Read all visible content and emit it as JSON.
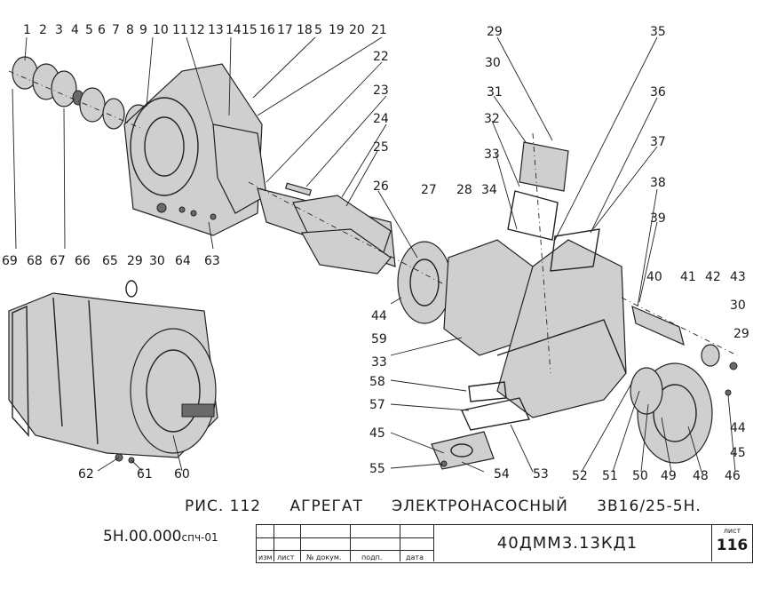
{
  "figure": {
    "caption_fig": "РИС. 112",
    "caption_word1": "АГРЕГАТ",
    "caption_word2": "ЭЛЕКТРОНАСОСНЫЙ",
    "caption_model": "3В16/25-5Н."
  },
  "document": {
    "code": "5Н.00.000",
    "code_suffix": "спч-01",
    "designation": "40ДММ3.13КД1",
    "sheet_label": "лист",
    "sheet_number": "116",
    "columns": [
      "изм",
      "лист",
      "№ докум.",
      "подп.",
      "дата"
    ]
  },
  "callouts_top": [
    "1",
    "2",
    "3",
    "4",
    "5",
    "6",
    "7",
    "8",
    "9",
    "10",
    "11",
    "12",
    "13",
    "14",
    "15",
    "16",
    "17",
    "18",
    "5",
    "19",
    "20",
    "21"
  ],
  "callouts_left_bottom": [
    "69",
    "68",
    "67",
    "66",
    "65",
    "29",
    "30",
    "64",
    "63"
  ],
  "callouts_center": [
    "22",
    "23",
    "24",
    "25",
    "26",
    "27",
    "28",
    "34",
    "29",
    "30",
    "31",
    "32",
    "33",
    "35",
    "36",
    "37",
    "38",
    "39"
  ],
  "callouts_right": [
    "40",
    "41",
    "42",
    "43",
    "30",
    "29",
    "44",
    "45",
    "46",
    "48",
    "49",
    "50",
    "51",
    "52"
  ],
  "callouts_bottom": [
    "44",
    "59",
    "33",
    "58",
    "57",
    "45",
    "55",
    "54",
    "53",
    "62",
    "61",
    "60"
  ]
}
